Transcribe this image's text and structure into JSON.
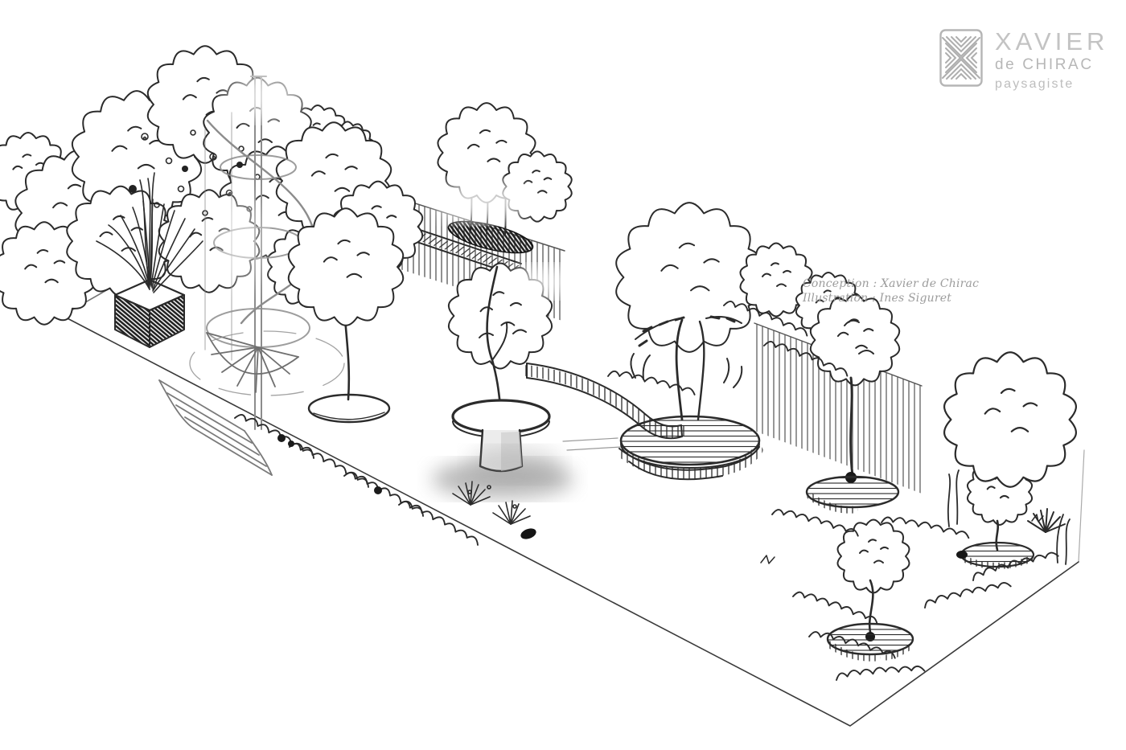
{
  "logo": {
    "name_line1": "XAVIER",
    "name_line2": "de CHIRAC",
    "tagline": "paysagiste",
    "text_color": "#bdbdbd",
    "icon_color": "#aeaeae",
    "icon": "x-chevron-monogram"
  },
  "credits": {
    "conception": "Conception : Xavier de Chirac",
    "illustration": "Illustration : Ines Siguret",
    "text_color": "#9c9c9c"
  },
  "sketch": {
    "ink_color": "#2b2b2b",
    "stair_color": "#8c8c8c",
    "shadow_color": "#8a8a8a",
    "elements": [
      "garden-ground-plane",
      "left-planter-box",
      "ornamental-grasses",
      "left-thicket",
      "climbing-flowers",
      "slat-fence-left",
      "slat-fence-right",
      "spiral-staircase",
      "retaining-wall",
      "raised-dark-beds",
      "tree-on-round-pad",
      "potted-tree-with-pedestal",
      "curved-stone-bench",
      "tree-on-round-platform",
      "cloud-shrub",
      "small-trees-on-pads",
      "low-scalloped-shrubs",
      "spiky-perennials",
      "soft-airbrush-shadow"
    ]
  }
}
